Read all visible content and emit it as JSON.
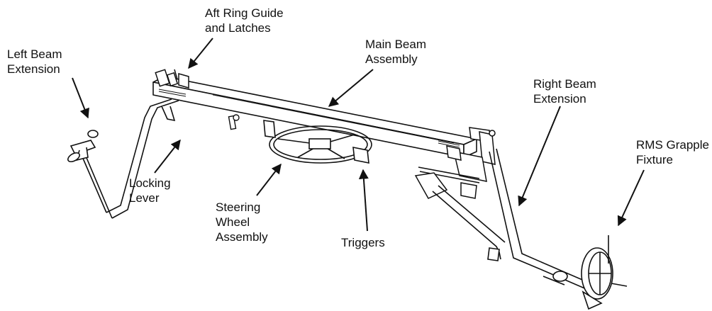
{
  "labels": {
    "left_beam_extension": [
      "Left Beam",
      "Extension"
    ],
    "aft_ring_guide": [
      "Aft Ring Guide",
      "and Latches"
    ],
    "main_beam_assembly": [
      "Main Beam",
      "Assembly"
    ],
    "right_beam_extension": [
      "Right Beam",
      "Extension"
    ],
    "rms_grapple_fixture": [
      "RMS Grapple",
      "Fixture"
    ],
    "locking_lever": [
      "Locking",
      "Lever"
    ],
    "steering_wheel_assembly": [
      "Steering",
      "Wheel",
      "Assembly"
    ],
    "triggers": [
      "Triggers"
    ]
  },
  "colors": {
    "ink": "#111111",
    "background": "#ffffff"
  }
}
